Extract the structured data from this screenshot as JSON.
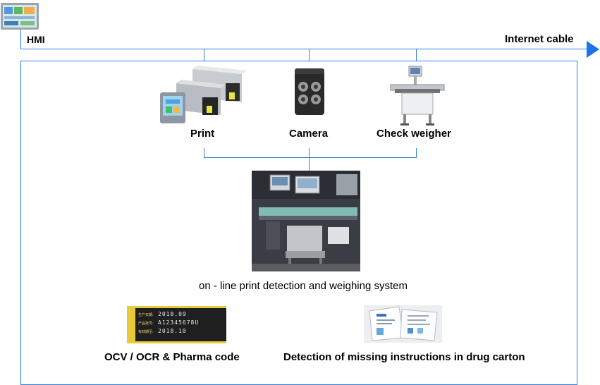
{
  "hmi": {
    "label": "HMI"
  },
  "network": {
    "label": "Internet cable"
  },
  "devices": [
    {
      "label": "Print",
      "icon": "inkjet-printer-icon"
    },
    {
      "label": "Camera",
      "icon": "camera-icon"
    },
    {
      "label": "Check weigher",
      "icon": "check-weigher-icon"
    }
  ],
  "system": {
    "caption": "on - line print detection and weighing system"
  },
  "applications": [
    {
      "caption": "OCV / OCR & Pharma code",
      "sample_lines": [
        "生产日期:",
        "产品批号:",
        "有效期至:"
      ],
      "sample_values": [
        "2018.09",
        "A12345678U",
        "2018.10"
      ]
    },
    {
      "caption": "Detection of missing  instructions in drug carton"
    }
  ],
  "colors": {
    "line": "#2f7fd9",
    "label_bg": "#f2d23a"
  }
}
